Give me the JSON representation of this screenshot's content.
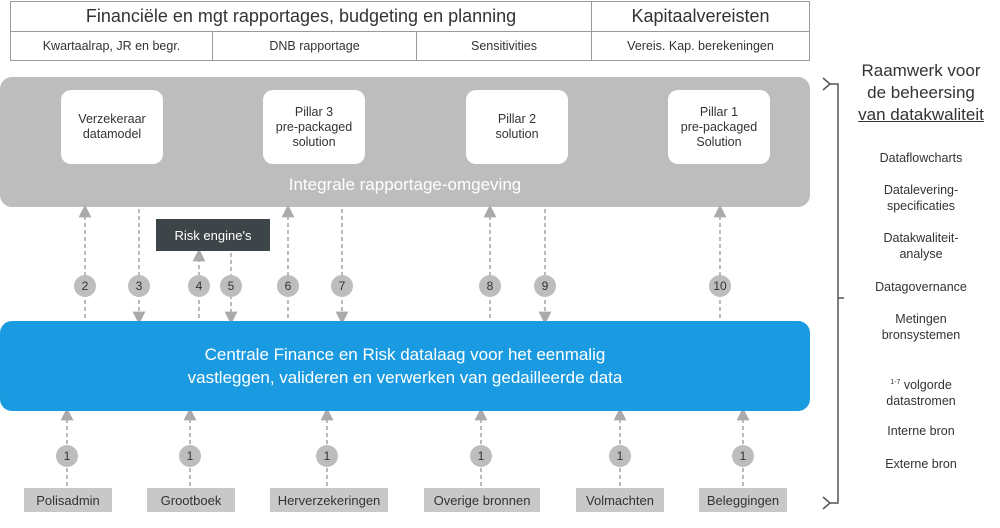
{
  "header": {
    "top_left": "Financiële en mgt rapportages, budgeting en planning",
    "top_right": "Kapitaalvereisten",
    "cells": [
      "Kwartaalrap, JR en begr.",
      "DNB rapportage",
      "Sensitivities",
      "Vereis. Kap. berekeningen"
    ]
  },
  "platform": {
    "label": "Integrale rapportage-omgeving",
    "boxes": [
      {
        "line1": "Verzekeraar",
        "line2": "datamodel",
        "line3": ""
      },
      {
        "line1": "Pillar 3",
        "line2": "pre-packaged",
        "line3": "solution"
      },
      {
        "line1": "Pillar 2",
        "line2": "solution",
        "line3": ""
      },
      {
        "line1": "Pillar 1",
        "line2": "pre-packaged",
        "line3": "Solution"
      }
    ]
  },
  "risk_engine": "Risk engine's",
  "datalayer": {
    "line1": "Centrale Finance en Risk datalaag voor het eenmalig",
    "line2": "vastleggen, valideren en verwerken van gedailleerde data"
  },
  "flows": [
    "2",
    "3",
    "4",
    "5",
    "6",
    "7",
    "8",
    "9",
    "10"
  ],
  "source_flow": "1",
  "sources": [
    "Polisadmin",
    "Grootboek",
    "Herverzekeringen",
    "Overige bronnen",
    "Volmachten",
    "Beleggingen"
  ],
  "sidebar": {
    "title_line1": "Raamwerk voor",
    "title_line2": "de beheersing",
    "title_line3": "van datakwaliteit",
    "items": [
      {
        "line1": "Dataflowcharts",
        "line2": ""
      },
      {
        "line1": "Datalevering-",
        "line2": "specificaties"
      },
      {
        "line1": "Datakwaliteit-",
        "line2": "analyse"
      },
      {
        "line1": "Datagovernance",
        "line2": ""
      },
      {
        "line1": "Metingen",
        "line2": "bronsystemen"
      },
      {
        "sup": "1-7",
        "line1": " volgorde",
        "line2": "datastromen"
      },
      {
        "line1": "Interne bron",
        "line2": ""
      },
      {
        "line1": "Externe bron",
        "line2": ""
      }
    ]
  }
}
